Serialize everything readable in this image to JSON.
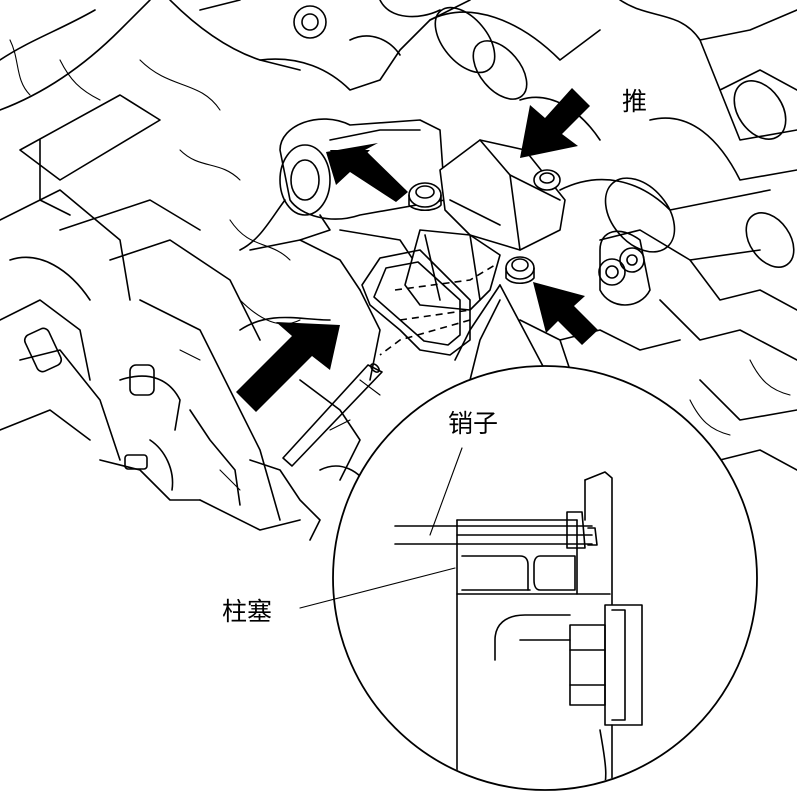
{
  "labels": {
    "push": "推",
    "pin": "销子",
    "plunger": "柱塞"
  },
  "colors": {
    "line": "#000000",
    "background": "#ffffff"
  }
}
